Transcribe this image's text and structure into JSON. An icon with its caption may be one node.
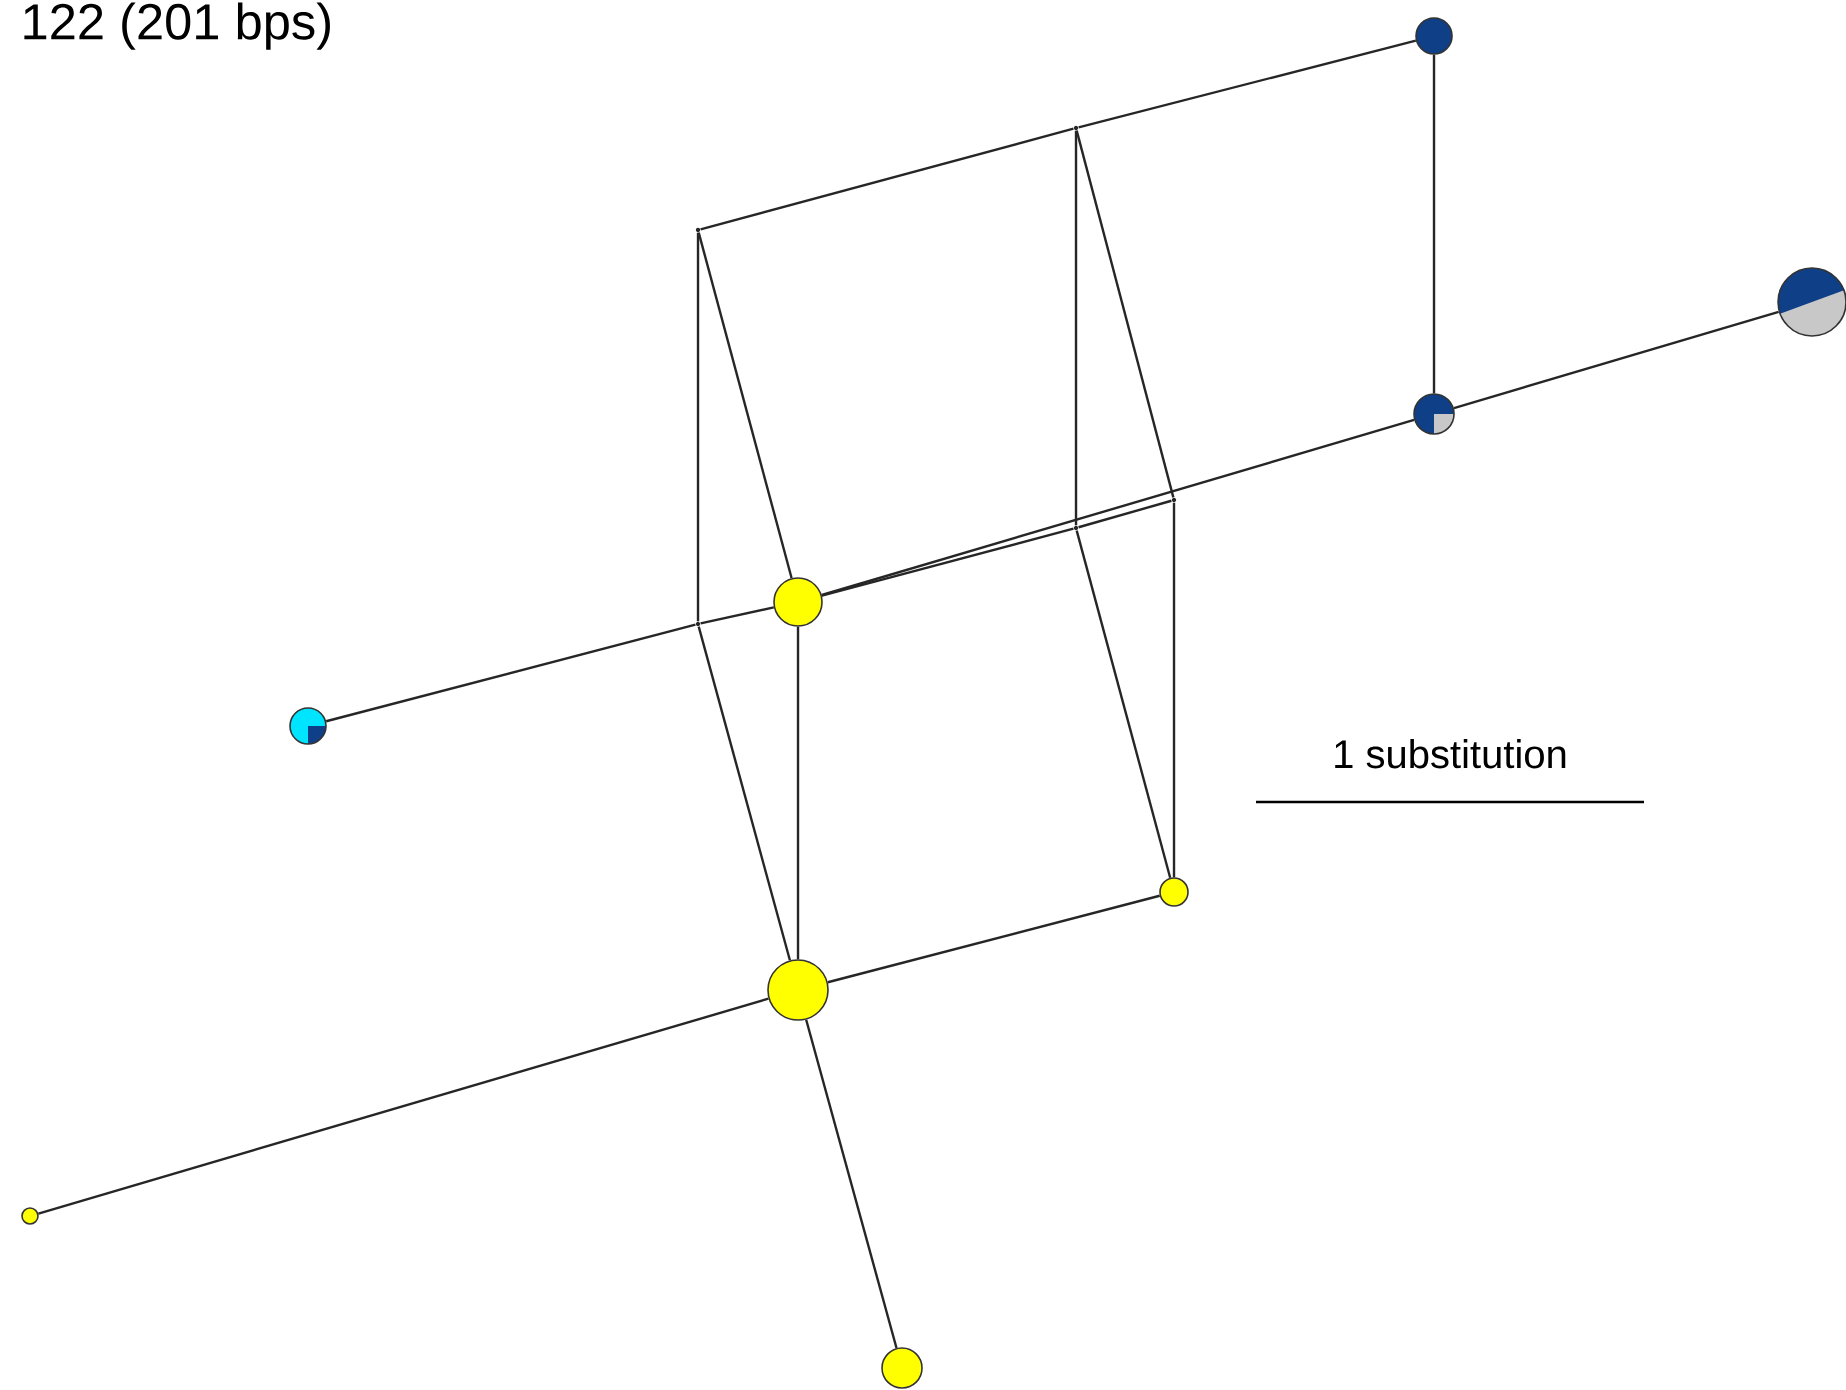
{
  "diagram": {
    "title": "122 (201 bps)",
    "nodes": [
      {
        "text": [],
        "shape": "circle"
      },
      {
        "text": [],
        "shape": "point"
      },
      {
        "text": [],
        "shape": "point"
      },
      {
        "text": [],
        "shape": "circle"
      },
      {
        "text": [],
        "shape": "circle"
      },
      {
        "text": [],
        "shape": "point"
      },
      {
        "text": [],
        "shape": "point"
      },
      {
        "text": [],
        "shape": "circle"
      },
      {
        "text": [],
        "shape": "point"
      },
      {
        "text": [],
        "shape": "circle"
      },
      {
        "text": [],
        "shape": "circle"
      },
      {
        "text": [],
        "shape": "circle"
      },
      {
        "text": [],
        "shape": "circle"
      },
      {
        "text": [],
        "shape": "circle"
      }
    ],
    "edges": [
      {
        "from": 2,
        "to": 1,
        "arrow": "none"
      },
      {
        "from": 1,
        "to": 0,
        "arrow": "none"
      },
      {
        "from": 0,
        "to": 4,
        "arrow": "none"
      },
      {
        "from": 4,
        "to": 3,
        "arrow": "none"
      },
      {
        "from": 7,
        "to": 4,
        "arrow": "none"
      },
      {
        "from": 9,
        "to": 8,
        "arrow": "none"
      },
      {
        "from": 8,
        "to": 7,
        "arrow": "none"
      },
      {
        "from": 2,
        "to": 8,
        "arrow": "none"
      },
      {
        "from": 2,
        "to": 7,
        "arrow": "none"
      },
      {
        "from": 1,
        "to": 6,
        "arrow": "none"
      },
      {
        "from": 1,
        "to": 5,
        "arrow": "none"
      },
      {
        "from": 7,
        "to": 6,
        "arrow": "none"
      },
      {
        "from": 6,
        "to": 5,
        "arrow": "none"
      },
      {
        "from": 8,
        "to": 11,
        "arrow": "none"
      },
      {
        "from": 7,
        "to": 11,
        "arrow": "none"
      },
      {
        "from": 6,
        "to": 10,
        "arrow": "none"
      },
      {
        "from": 5,
        "to": 10,
        "arrow": "none"
      },
      {
        "from": 11,
        "to": 10,
        "arrow": "none"
      },
      {
        "from": 12,
        "to": 11,
        "arrow": "none"
      },
      {
        "from": 11,
        "to": 13,
        "arrow": "none"
      }
    ],
    "labels": [
      "1 substitution"
    ]
  }
}
